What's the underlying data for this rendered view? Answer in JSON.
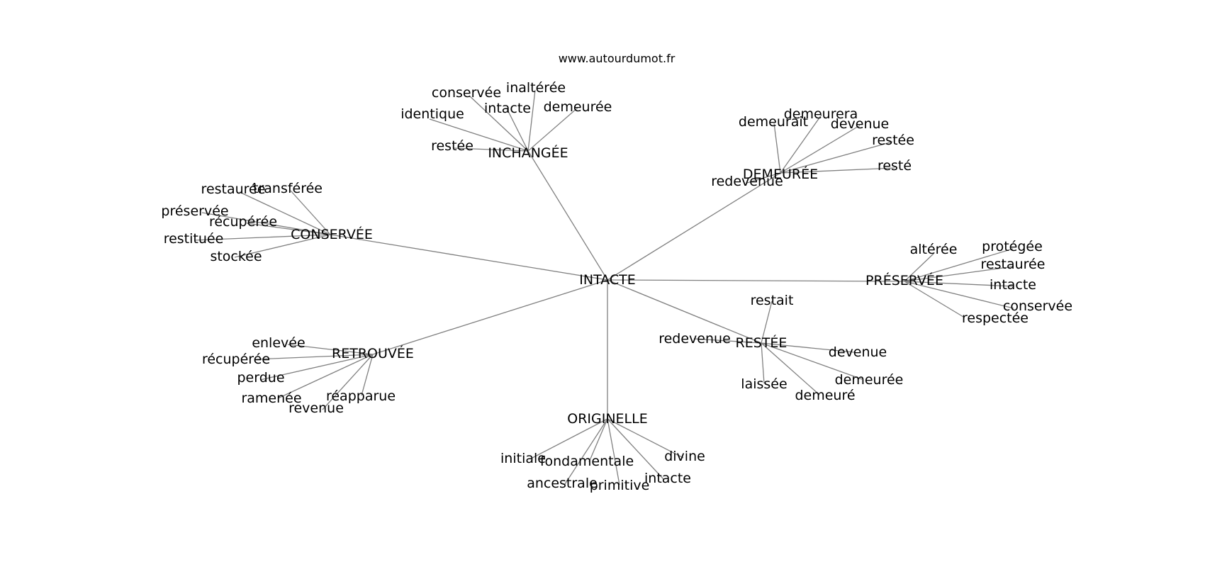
{
  "header": {
    "site": "www.autourdumot.fr"
  },
  "graph": {
    "center": "INTACTE",
    "clusters": [
      {
        "word": "INCHANGÉE",
        "leaves": [
          "conservée",
          "inaltérée",
          "intacte",
          "demeurée",
          "identique",
          "restée"
        ]
      },
      {
        "word": "DEMEURÉE",
        "leaves": [
          "demeurait",
          "demeurera",
          "devenue",
          "restée",
          "resté",
          "redevenue"
        ]
      },
      {
        "word": "CONSERVÉE",
        "leaves": [
          "restaurée",
          "transférée",
          "préservée",
          "récupérée",
          "restituée",
          "stockée"
        ]
      },
      {
        "word": "PRÉSERVÉE",
        "leaves": [
          "altérée",
          "protégée",
          "restaurée",
          "intacte",
          "conservée",
          "respectée"
        ]
      },
      {
        "word": "RESTÉE",
        "leaves": [
          "restait",
          "redevenue",
          "devenue",
          "demeurée",
          "demeuré",
          "laissée"
        ]
      },
      {
        "word": "RETROUVÉE",
        "leaves": [
          "enlevée",
          "récupérée",
          "perdue",
          "ramenée",
          "réapparue",
          "revenue"
        ]
      },
      {
        "word": "ORIGINELLE",
        "leaves": [
          "initiale",
          "fondamentale",
          "ancestrale",
          "primitive",
          "intacte",
          "divine"
        ]
      }
    ]
  }
}
